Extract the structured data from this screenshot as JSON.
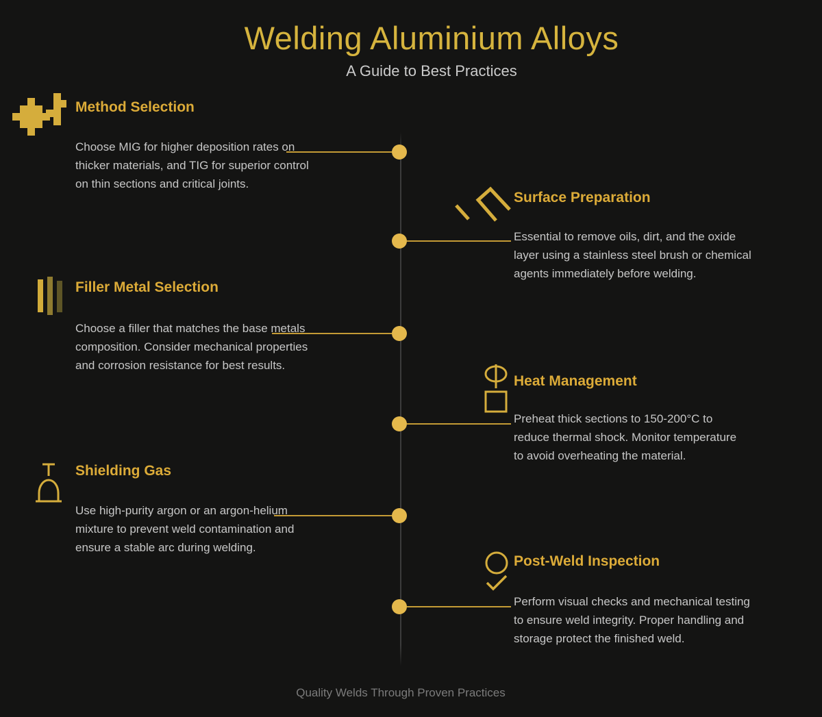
{
  "header": {
    "title": "Welding Aluminium Alloys",
    "subtitle": "A Guide to Best Practices"
  },
  "footer": {
    "tagline": "Quality Welds Through Proven Practices"
  },
  "colors": {
    "background": "#141413",
    "accent_gold": "#d5ad3c",
    "title_gold": "#d6b43e",
    "heading_gold": "#dcab38",
    "dot_gold": "#e4b84c",
    "connector_gold": "#c49b35",
    "body_text": "#c7c7c7",
    "subtitle_text": "#cbcbcb",
    "footer_text": "#7b7b7b",
    "timeline_line": "#3c3c3c",
    "filler_bar_bright": "#d2ac3a",
    "filler_bar_mid": "#8f7b30",
    "filler_bar_dark": "#5e5526"
  },
  "steps": [
    {
      "title": "Method Selection",
      "description": "Choose MIG for higher deposition rates on\nthicker materials, and TIG for superior control\non thin sections and critical joints.",
      "icon": "weld-join-pixel-icon",
      "side": "left"
    },
    {
      "title": "Surface Preparation",
      "description": "Essential to remove oils, dirt, and the oxide\nlayer using a stainless steel brush or chemical\nagents immediately before welding.",
      "icon": "wire-brush-icon",
      "side": "right"
    },
    {
      "title": "Filler Metal Selection",
      "description": "Choose a filler that matches the base metals\ncomposition. Consider mechanical properties\nand corrosion resistance for best results.",
      "icon": "filler-rods-icon",
      "side": "left"
    },
    {
      "title": "Heat Management",
      "description": "Preheat thick sections to 150-200°C to\nreduce thermal shock. Monitor temperature\nto avoid overheating the material.",
      "icon": "torch-over-plate-icon",
      "side": "right"
    },
    {
      "title": "Shielding Gas",
      "description": "Use high-purity argon or an argon-helium\nmixture to prevent weld contamination and\nensure a stable arc during welding.",
      "icon": "gas-dome-icon",
      "side": "left"
    },
    {
      "title": "Post-Weld Inspection",
      "description": "Perform visual checks and mechanical testing\nto ensure weld integrity. Proper handling and\nstorage protect the finished weld.",
      "icon": "inspection-check-icon",
      "side": "right"
    }
  ]
}
